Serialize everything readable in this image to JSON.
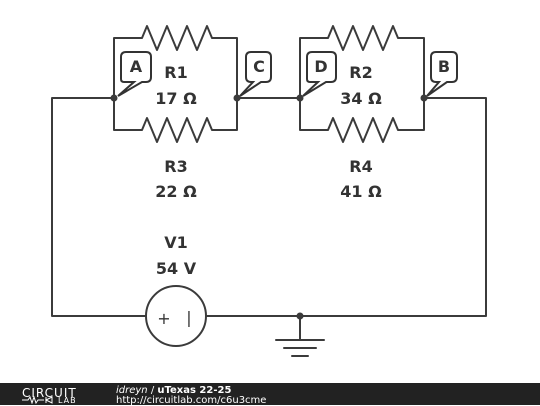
{
  "components": {
    "r1": {
      "name": "R1",
      "value": "17 Ω"
    },
    "r2": {
      "name": "R2",
      "value": "34 Ω"
    },
    "r3": {
      "name": "R3",
      "value": "22 Ω"
    },
    "r4": {
      "name": "R4",
      "value": "41 Ω"
    },
    "v1": {
      "name": "V1",
      "value": "54 V"
    }
  },
  "nodes": {
    "a": "A",
    "b": "B",
    "c": "C",
    "d": "D"
  },
  "source_symbol": {
    "plus": "+",
    "minus": "|"
  },
  "footer": {
    "logo_top": "CIRCUIT",
    "logo_bottom": "LAB",
    "author": "idreyn",
    "separator": " / ",
    "title": "uTexas 22-25",
    "url": "http://circuitlab.com/c6u3cme"
  },
  "colors": {
    "wire": "#3b3b3b",
    "footer_bg": "#222222"
  }
}
